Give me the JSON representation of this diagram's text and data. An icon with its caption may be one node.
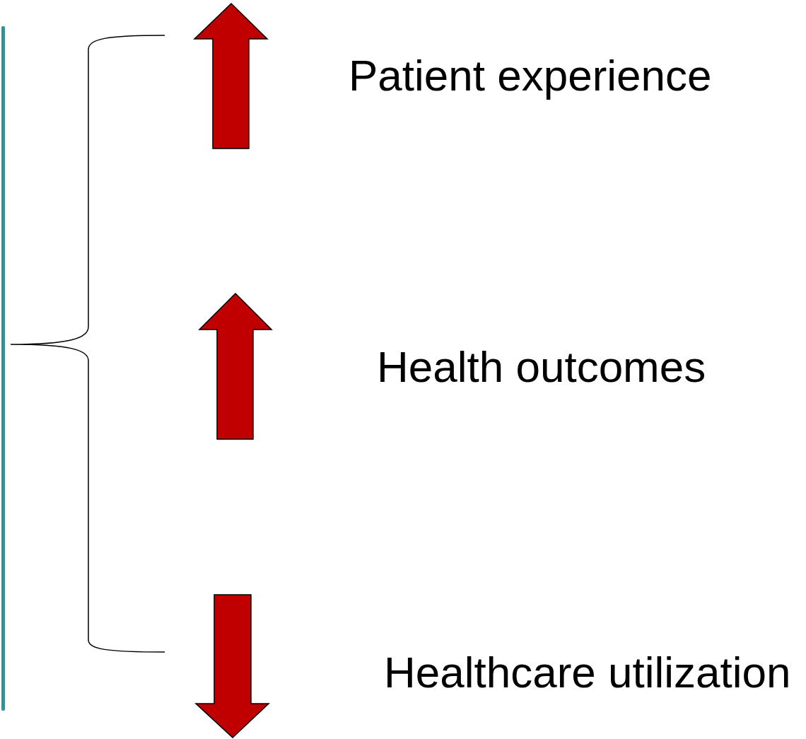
{
  "diagram": {
    "labels": [
      "Patient experience",
      "Health outcomes",
      "Healthcare utilization"
    ]
  }
}
